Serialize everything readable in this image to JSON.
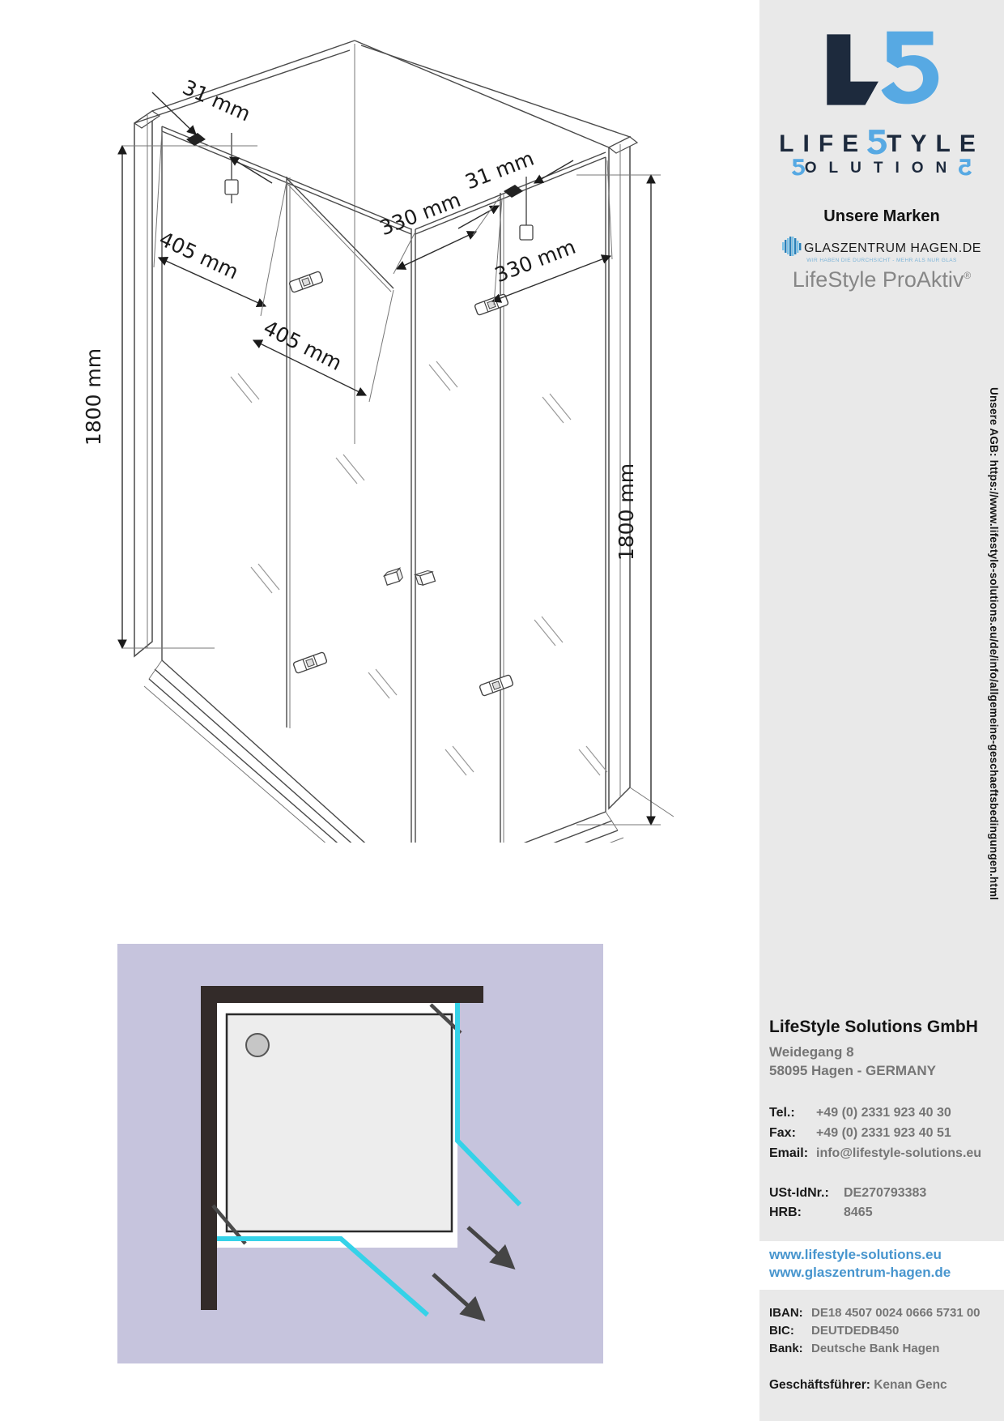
{
  "drawing": {
    "dims": {
      "d31_left": "31 mm",
      "d31_right": "31 mm",
      "d330_top": "330 mm",
      "d330_right": "330 mm",
      "d405_top": "405 mm",
      "d405_bottom": "405 mm",
      "d1800_left": "1800 mm",
      "d1800_right": "1800 mm"
    }
  },
  "sidebar": {
    "logo": {
      "life": "LIFE",
      "tyle": "TYLE",
      "olution": "OLUTION",
      "colors": {
        "navy": "#1d2a3d",
        "blue": "#57a9e3"
      }
    },
    "brands": {
      "heading": "Unsere Marken",
      "glaszentrum_name": "GLASZENTRUM HAGEN.DE",
      "glaszentrum_tagline": "WIR HABEN DIE DURCHSICHT - MEHR ALS NUR GLAS",
      "proaktiv_name": "LifeStyle ProAktiv",
      "proaktiv_reg": "®"
    },
    "agb_vertical": "Unsere AGB: https://www.lifestyle-solutions.eu/de/info/allgemeine-geschaeftsbedingungen.html",
    "company": {
      "name": "LifeStyle Solutions GmbH",
      "street": "Weidegang 8",
      "city": "58095 Hagen - GERMANY"
    },
    "contact": {
      "tel_label": "Tel.:",
      "tel_value": "+49 (0) 2331 923 40 30",
      "fax_label": "Fax:",
      "fax_value": "+49 (0) 2331 923 40 51",
      "email_label": "Email:",
      "email_value": "info@lifestyle-solutions.eu"
    },
    "registration": {
      "ustid_label": "USt-IdNr.:",
      "ustid_value": "DE270793383",
      "hrb_label": "HRB:",
      "hrb_value": "8465"
    },
    "websites": [
      "www.lifestyle-solutions.eu",
      "www.glaszentrum-hagen.de"
    ],
    "bank": {
      "iban_label": "IBAN:",
      "iban_value": "DE18 4507 0024 0666 5731 00",
      "bic_label": "BIC:",
      "bic_value": "DEUTDEDB450",
      "bank_label": "Bank:",
      "bank_value": "Deutsche Bank Hagen"
    },
    "ceo": {
      "label": "Geschäftsführer:",
      "name": "Kenan Genc"
    }
  },
  "colors": {
    "sidebar_bg": "#e9e9e9",
    "logo_navy": "#1d2a3d",
    "logo_blue": "#57a9e3",
    "link_blue": "#4795ce",
    "diagram_bg": "#c6c4dd",
    "wall_dark": "#332b29",
    "glass_cyan": "#35d2e8",
    "gray_text": "#757575"
  }
}
